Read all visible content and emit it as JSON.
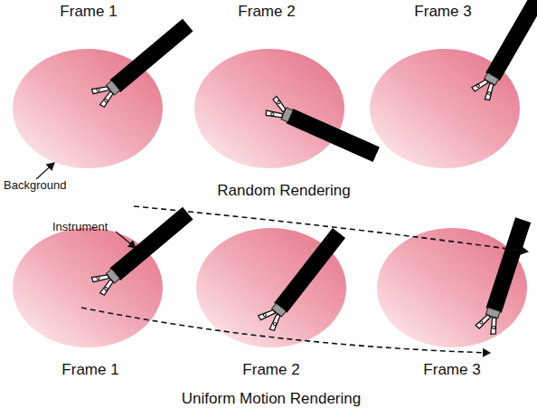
{
  "diagram": {
    "labels": [
      "Frame 1",
      "Frame 2",
      "Frame 3",
      "Background",
      "Random Rendering",
      "Instrument",
      "Frame 1",
      "Frame 2",
      "Frame 3",
      "Uniform Motion Rendering"
    ]
  }
}
